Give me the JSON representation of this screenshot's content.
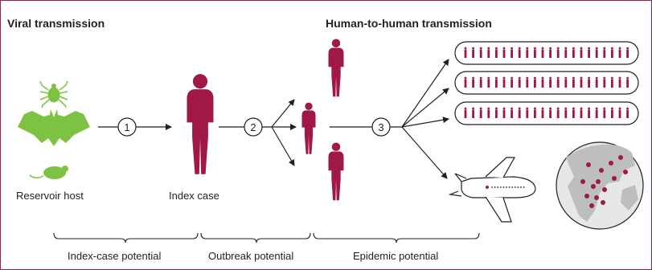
{
  "headings": {
    "viral": "Viral transmission",
    "human": "Human-to-human transmission"
  },
  "labels": {
    "reservoir": "Reservoir host",
    "index_case": "Index case"
  },
  "steps": [
    "1",
    "2",
    "3"
  ],
  "phases": {
    "index_case_potential": "Index-case potential",
    "outbreak_potential": "Outbreak potential",
    "epidemic_potential": "Epidemic potential"
  },
  "crowd_rows": 3,
  "people_per_row": 22,
  "colors": {
    "frame": "#a0185a",
    "person": "#a01847",
    "reservoir": "#7dc242",
    "ink": "#231f20",
    "globe_ocean": "#e6e7e8",
    "globe_land": "#bcbec0"
  },
  "icons": [
    "tick-icon",
    "bat-icon",
    "mouse-icon",
    "airplane-icon",
    "globe-icon"
  ]
}
